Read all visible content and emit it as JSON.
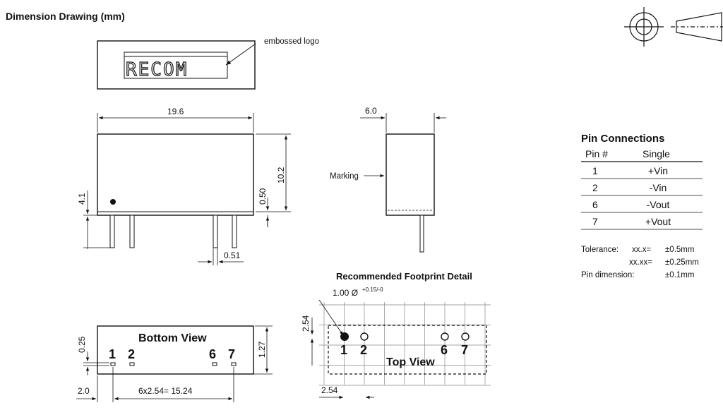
{
  "title": "Dimension Drawing (mm)",
  "logo_callout": "embossed logo",
  "logo_text": "RECOM",
  "front_view": {
    "width": "19.6",
    "height": "10.2",
    "pin_offset": "4.1",
    "standoff": "0.50",
    "pin_width": "0.51"
  },
  "side_view": {
    "width": "6.0",
    "marking": "Marking"
  },
  "bottom_view": {
    "title": "Bottom View",
    "pins": [
      "1",
      "2",
      "6",
      "7"
    ],
    "pin_height": "0.25",
    "right_dim": "1.27",
    "left_offset": "2.0",
    "pitch_span": "6x2.54= 15.24"
  },
  "footprint": {
    "title": "Recommended Footprint Detail",
    "hole": "1.00 Ø",
    "hole_tol": "+0.15/-0",
    "pitch_v": "2.54",
    "pitch_h": "2.54",
    "pins": [
      "1",
      "2",
      "6",
      "7"
    ],
    "view_label": "Top View"
  },
  "pin_connections": {
    "title": "Pin Connections",
    "col_pin": "Pin #",
    "col_single": "Single",
    "rows": [
      {
        "pin": "1",
        "single": "+Vin"
      },
      {
        "pin": "2",
        "single": "-Vin"
      },
      {
        "pin": "6",
        "single": "-Vout"
      },
      {
        "pin": "7",
        "single": "+Vout"
      }
    ]
  },
  "tolerance": {
    "label": "Tolerance:",
    "xx_x": "xx.x=",
    "xx_x_val": "±0.5mm",
    "xx_xx": "xx.xx=",
    "xx_xx_val": "±0.25mm",
    "pin_dim_label": "Pin dimension:",
    "pin_dim_val": "±0.1mm"
  }
}
